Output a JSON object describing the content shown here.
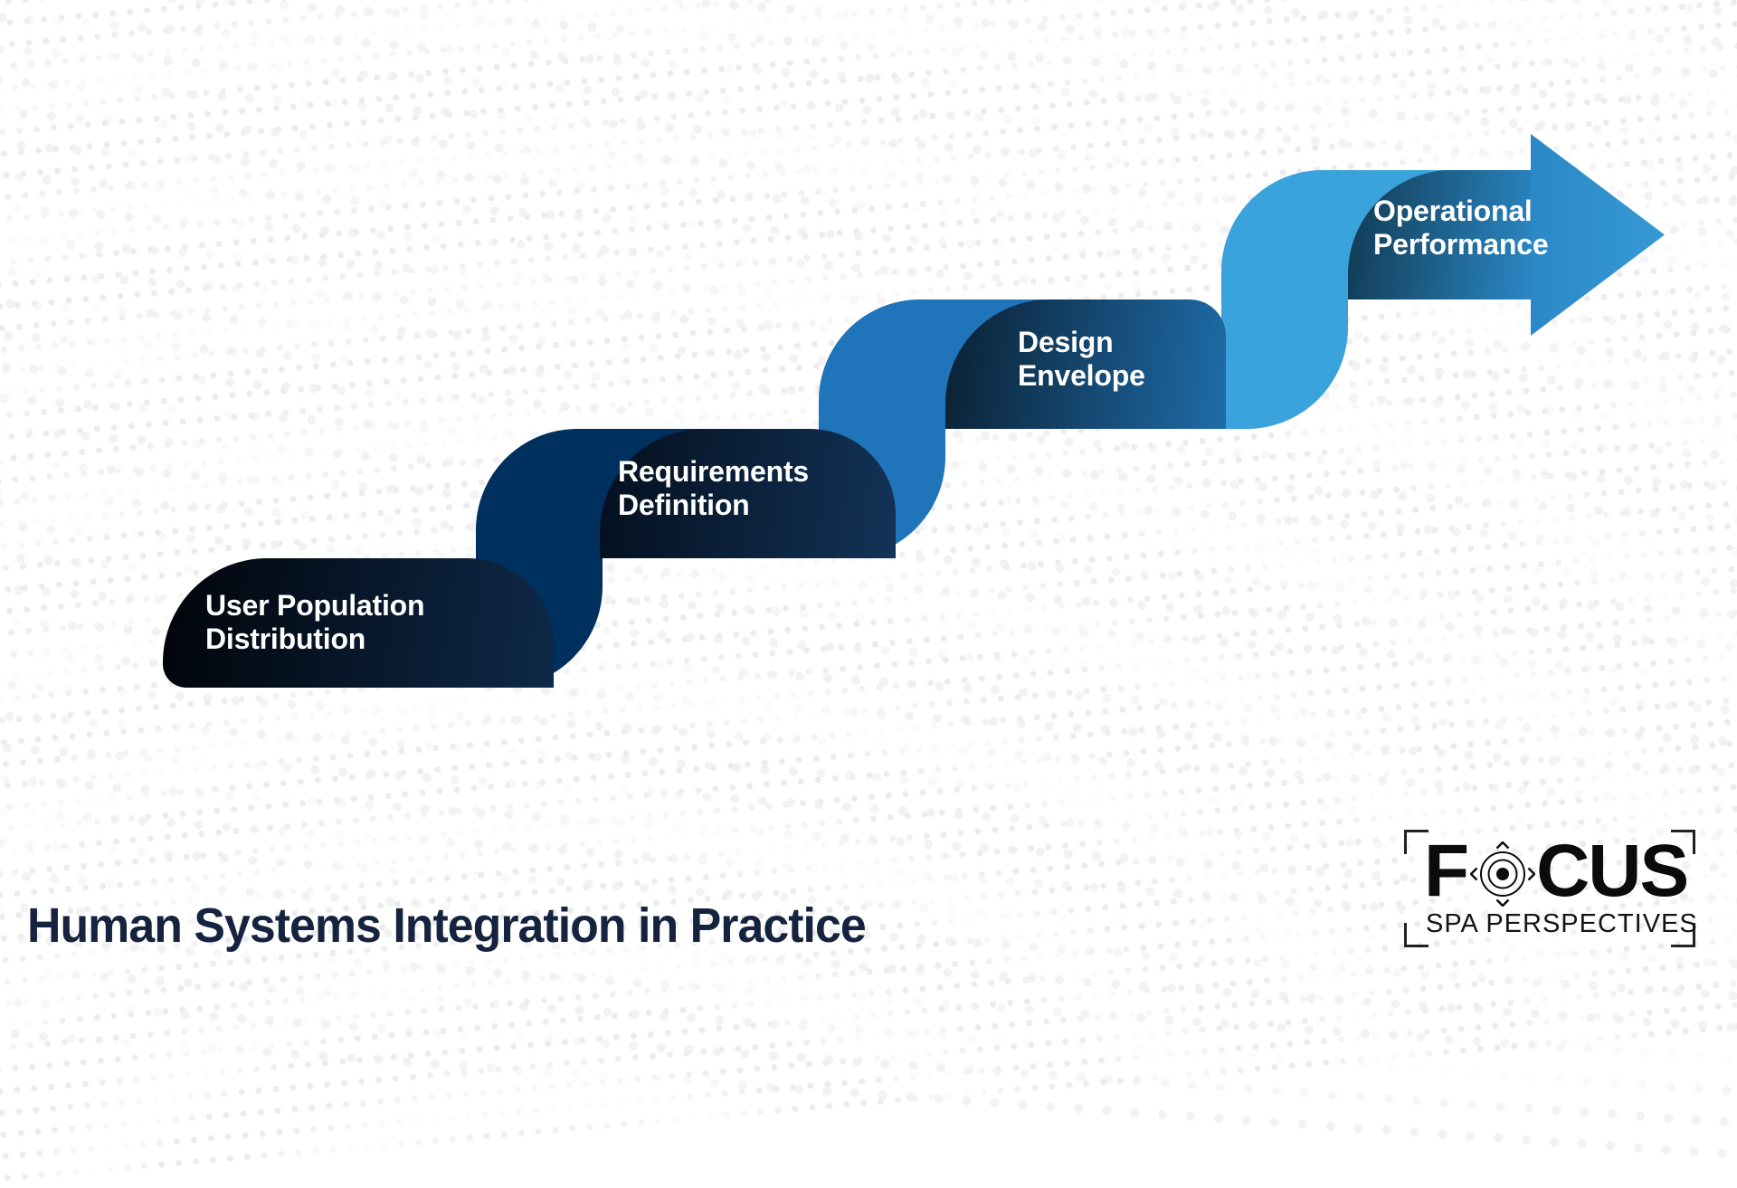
{
  "title": "Human Systems Integration in Practice",
  "steps": [
    {
      "line1": "User Population",
      "line2": "Distribution"
    },
    {
      "line1": "Requirements",
      "line2": "Definition"
    },
    {
      "line1": "Design",
      "line2": "Envelope"
    },
    {
      "line1": "Operational",
      "line2": "Performance"
    }
  ],
  "logo": {
    "word_prefix": "F",
    "word_suffix": "CUS",
    "subtitle": "SPA PERSPECTIVES",
    "icon": "lens-target-icon"
  },
  "background": {
    "pattern": "halftone-dots",
    "dot_color": "#ebebeb"
  },
  "colors": {
    "tread1_gradient": [
      "#010409",
      "#0e2949"
    ],
    "tread2_gradient": [
      "#040f1e",
      "#123357"
    ],
    "tread3_gradient": [
      "#0a2033",
      "#1f6ca9"
    ],
    "tread4_gradient": [
      "#113a52",
      "#2b89c8"
    ],
    "riser1": "#00305e",
    "riser2": "#1f74ba",
    "riser3": "#3ba3dc",
    "arrow": "#2f8fd0",
    "step_label_text": "#ffffff",
    "title_text": "#15233f",
    "logo_text": "#0b0b0b"
  }
}
